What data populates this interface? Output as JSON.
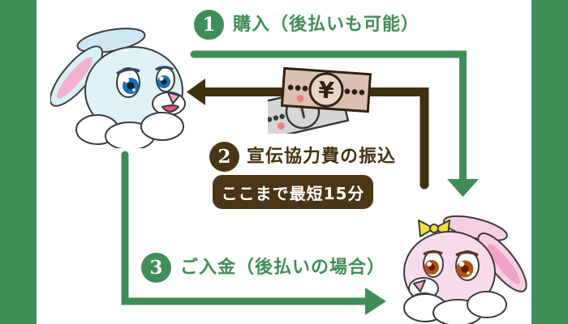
{
  "steps": [
    {
      "number": "1",
      "label": "購入（後払いも可能）",
      "accent": "#3f8e57"
    },
    {
      "number": "2",
      "label": "宣伝協力費の振込",
      "accent": "#4a3517"
    },
    {
      "number": "3",
      "label": "ご入金（後払いの場合）",
      "accent": "#3f8e57"
    }
  ],
  "time_badge": {
    "label": "ここまで最短15分"
  },
  "money_icon": {
    "name": "yen-banknotes-icon",
    "yen_symbol": "¥"
  },
  "characters": {
    "left": "blue-rabbit",
    "right": "pink-rabbit"
  },
  "colors": {
    "side_bar_green": "#3f8e57",
    "arrow_green": "#3f8e57",
    "arrow_brown": "#40300d",
    "badge_brown": "#4a3517",
    "banknote_front": "#dcc0b2",
    "banknote_back": "#d6d6d6"
  }
}
